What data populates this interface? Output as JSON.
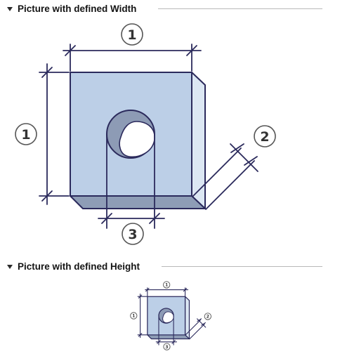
{
  "sections": [
    {
      "id": "width",
      "title": "Picture with defined Width",
      "expanded": true
    },
    {
      "id": "height",
      "title": "Picture with defined Height",
      "expanded": true
    }
  ],
  "callouts": {
    "width_label": "1",
    "height_label": "1",
    "thickness_label": "2",
    "hole_label": "3"
  },
  "colors": {
    "face": "#bccfe7",
    "side": "#dce7f3",
    "bottom": "#8e9db6",
    "hole_inner": "#8d9bb5",
    "outline": "#2b2a5c"
  }
}
